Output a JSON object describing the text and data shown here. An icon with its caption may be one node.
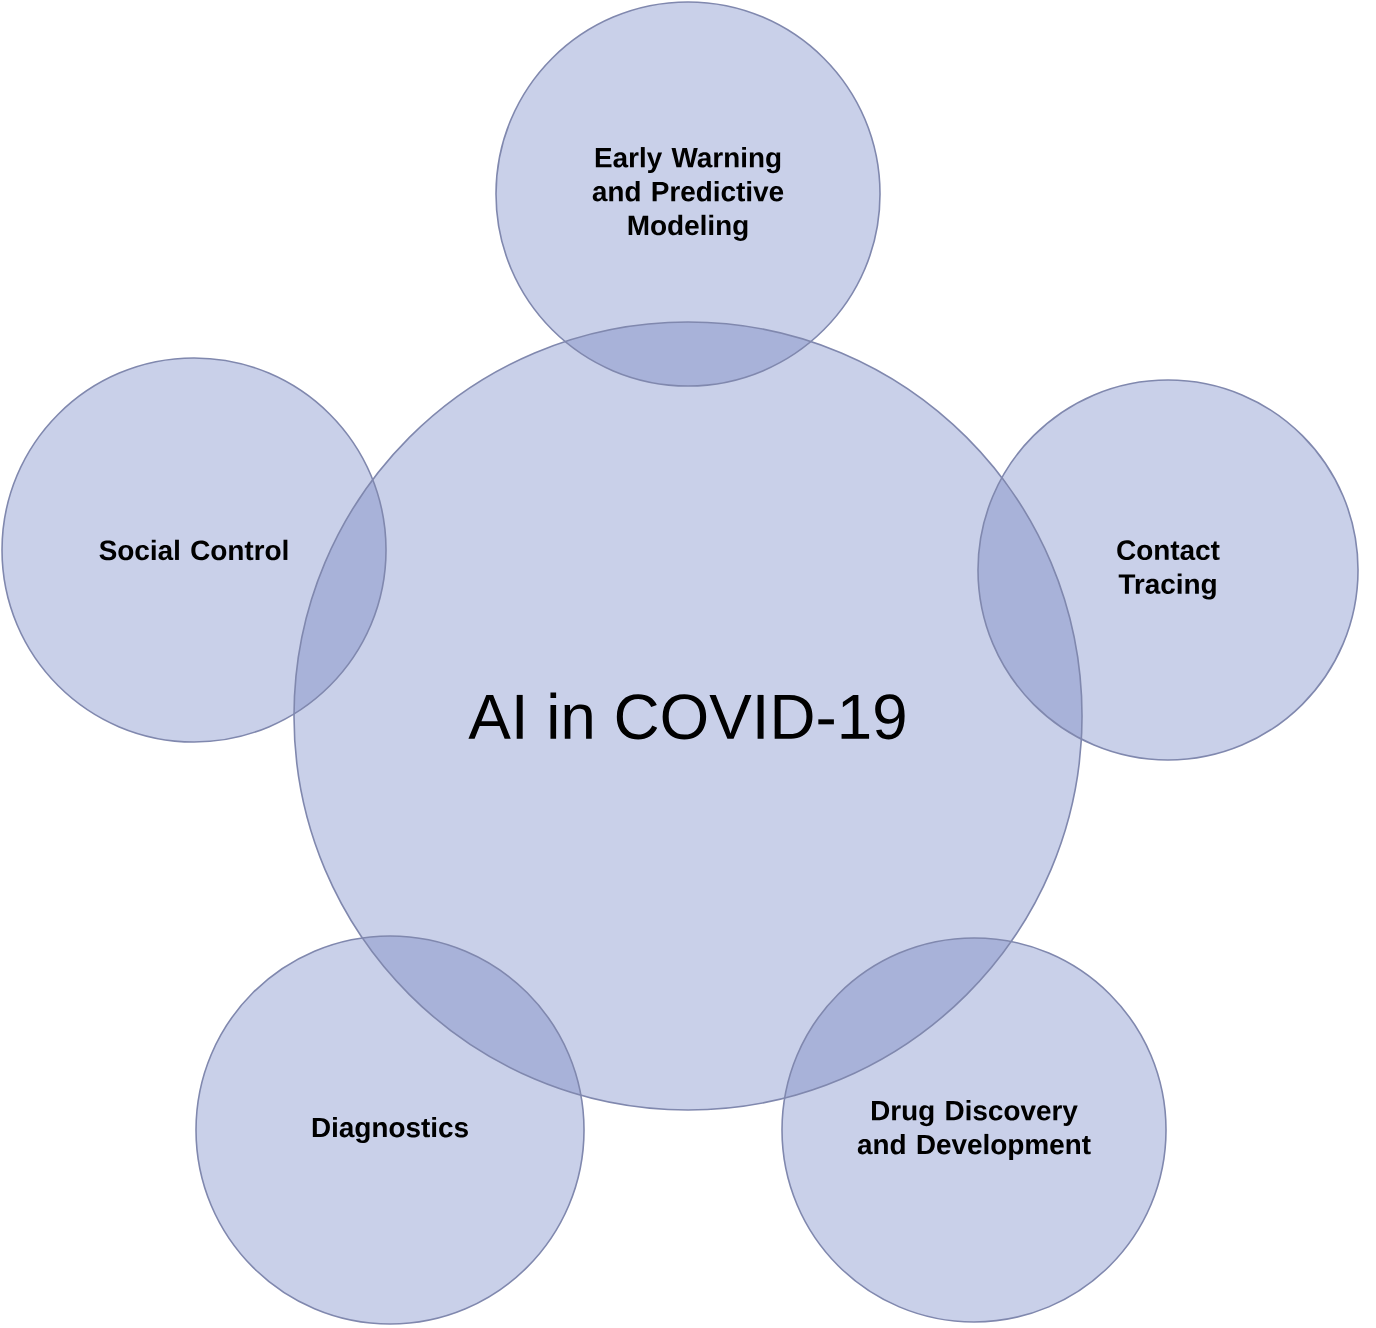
{
  "diagram": {
    "nodes": [
      {
        "text": [
          "AI in COVID-19"
        ]
      },
      {
        "text": [
          "Early Warning and Predictive Modeling"
        ]
      },
      {
        "text": [
          "Contact Tracing"
        ]
      },
      {
        "text": [
          "Drug Discovery and Development"
        ]
      },
      {
        "text": [
          "Diagnostics"
        ]
      },
      {
        "text": [
          "Social Control"
        ]
      }
    ]
  }
}
